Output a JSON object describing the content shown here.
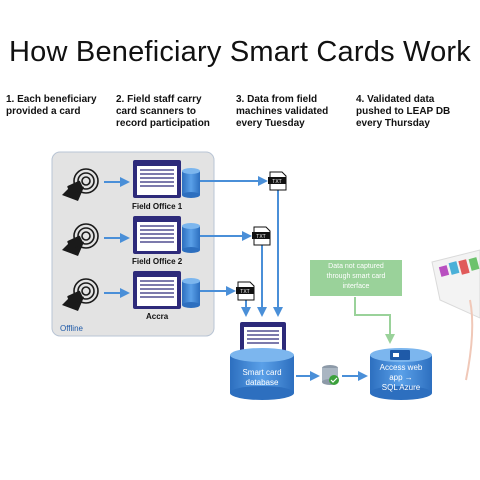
{
  "title": "How Beneficiary Smart Cards Work",
  "steps": [
    "1. Each beneficiary\nprovided a card",
    "2. Field staff carry\ncard scanners to\nrecord participation",
    "3. Data from field\nmachines validated\nevery Tuesday",
    "4. Validated data\npushed to LEAP DB\nevery Thursday"
  ],
  "offices": [
    "Field Office 1",
    "Field Office 2",
    "Accra"
  ],
  "offline_label": "Offline",
  "file_badge": "TXT",
  "callout": "Data not captured\nthrough smart card\ninterface",
  "smart_db": "Smart card\ndatabase",
  "access_db": "Access web\napp →\nSQL Azure",
  "colors": {
    "accent": "#4a8fd8",
    "arrow": "#4a8fd8",
    "panel": "#e3e3e3",
    "panel_border": "#b8c4d4",
    "window_frame": "#2d2a7a",
    "callout": "#9ad29a"
  }
}
